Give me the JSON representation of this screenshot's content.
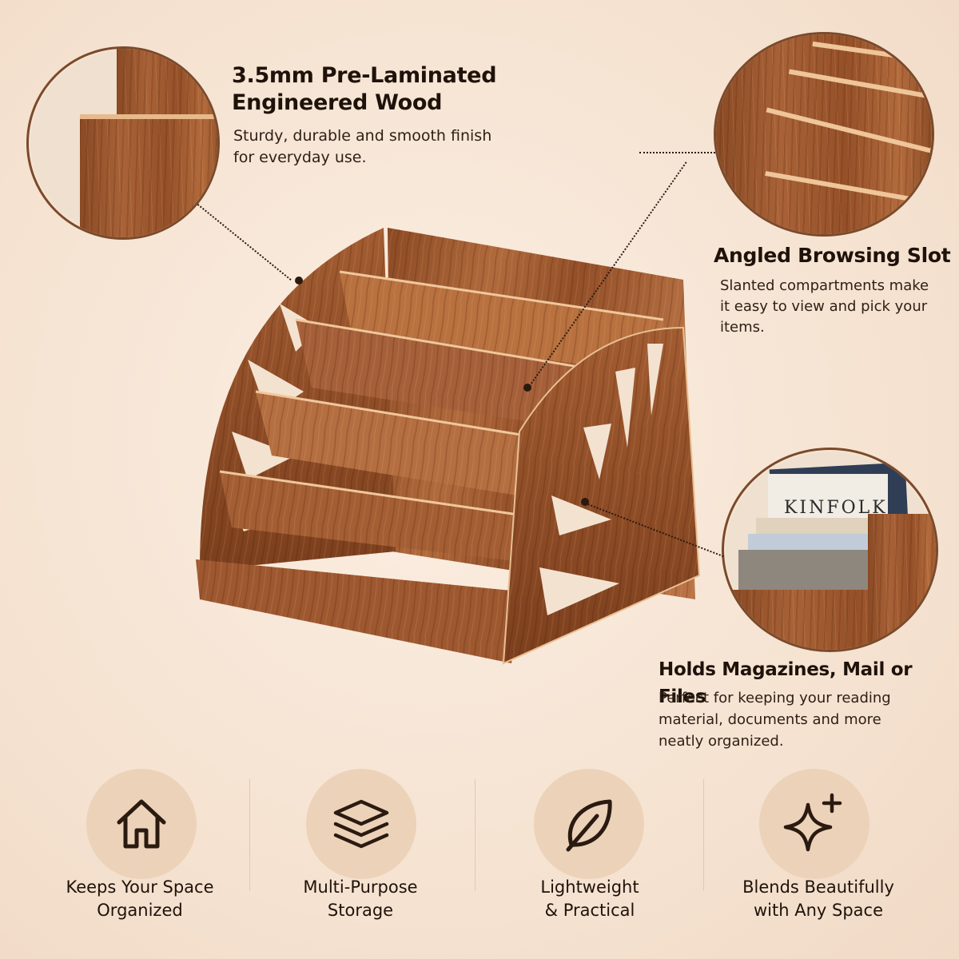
{
  "features": {
    "wood": {
      "title_line1": "3.5mm Pre-Laminated",
      "title_line2": "Engineered Wood",
      "desc_line1": "Sturdy, durable and smooth finish",
      "desc_line2": "for everyday use."
    },
    "slot": {
      "title": "Angled Browsing Slot",
      "desc_line1": "Slanted compartments make",
      "desc_line2": "it easy to view and pick your",
      "desc_line3": "items."
    },
    "holds": {
      "title": "Holds Magazines, Mail or Files",
      "desc_line1": "Perfect for keeping your reading",
      "desc_line2": "material, documents and more",
      "desc_line3": "neatly organized."
    }
  },
  "magazine_label": "KINFOLK",
  "badges": [
    {
      "icon": "house-icon",
      "line1": "Keeps Your Space",
      "line2": "Organized"
    },
    {
      "icon": "stack-icon",
      "line1": "Multi-Purpose",
      "line2": "Storage"
    },
    {
      "icon": "leaf-icon",
      "line1": "Lightweight",
      "line2": "& Practical"
    },
    {
      "icon": "sparkle-icon",
      "line1": "Blends Beautifully",
      "line2": "with Any Space"
    }
  ],
  "colors": {
    "background": "#f6e4d3",
    "wood": "#a15a30",
    "badge": "#ecd2b9",
    "text": "#1e120a"
  }
}
